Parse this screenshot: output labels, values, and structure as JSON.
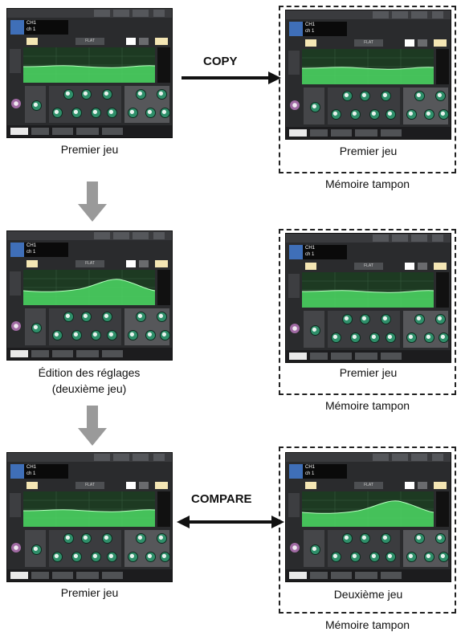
{
  "screen": {
    "channel_line1": "CH1",
    "channel_line2": "ch 1",
    "flat_label": "FLAT"
  },
  "arrows": {
    "copy_label": "COPY",
    "compare_label": "COMPARE"
  },
  "captions": {
    "left_top": "Premier jeu",
    "right_top": "Premier jeu",
    "right_top_buffer": "Mémoire tampon",
    "left_mid_line1": "Édition des réglages",
    "left_mid_line2": "(deuxième jeu)",
    "right_mid": "Premier jeu",
    "right_mid_buffer": "Mémoire tampon",
    "left_bottom": "Premier jeu",
    "right_bottom": "Deuxième jeu",
    "right_bottom_buffer": "Mémoire tampon"
  },
  "colors": {
    "eq_curve": "#4cd964",
    "arrow_gray": "#9a9a9a",
    "arrow_black": "#111111"
  },
  "eq_shapes": {
    "left_top": "flat",
    "right_top": "flat",
    "left_mid": "edited",
    "right_mid": "flat",
    "left_bottom": "flat",
    "right_bottom": "edited"
  }
}
